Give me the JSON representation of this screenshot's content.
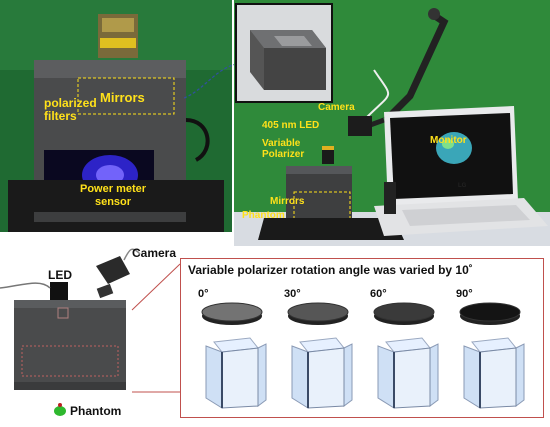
{
  "photo_left": {
    "labels": {
      "polarized_filters": "polarized\nfilters",
      "mirrors": "Mirrors",
      "power_meter_sensor": "Power meter\nsensor"
    }
  },
  "photo_right": {
    "labels": {
      "camera": "Camera",
      "led": "405 nm LED",
      "variable_polarizer": "Variable\nPolarizer",
      "mirrors": "Mirrors",
      "phantom": "Phantom",
      "monitor": "Monitor",
      "laptop_logo": "LG"
    }
  },
  "schematic": {
    "labels": {
      "led": "LED",
      "camera": "Camera",
      "phantom": "Phantom"
    }
  },
  "rotation_panel": {
    "title": "Variable polarizer rotation angle was varied by 10˚",
    "angles": [
      "0°",
      "30°",
      "60°",
      "90°"
    ],
    "filter_darkness": [
      0.45,
      0.6,
      0.75,
      0.95
    ]
  },
  "colors": {
    "label_yellow": "#ffe11a",
    "green_backdrop": "#2f8a3a",
    "panel_border": "#c0504d",
    "led_blue": "#3a2cff"
  }
}
